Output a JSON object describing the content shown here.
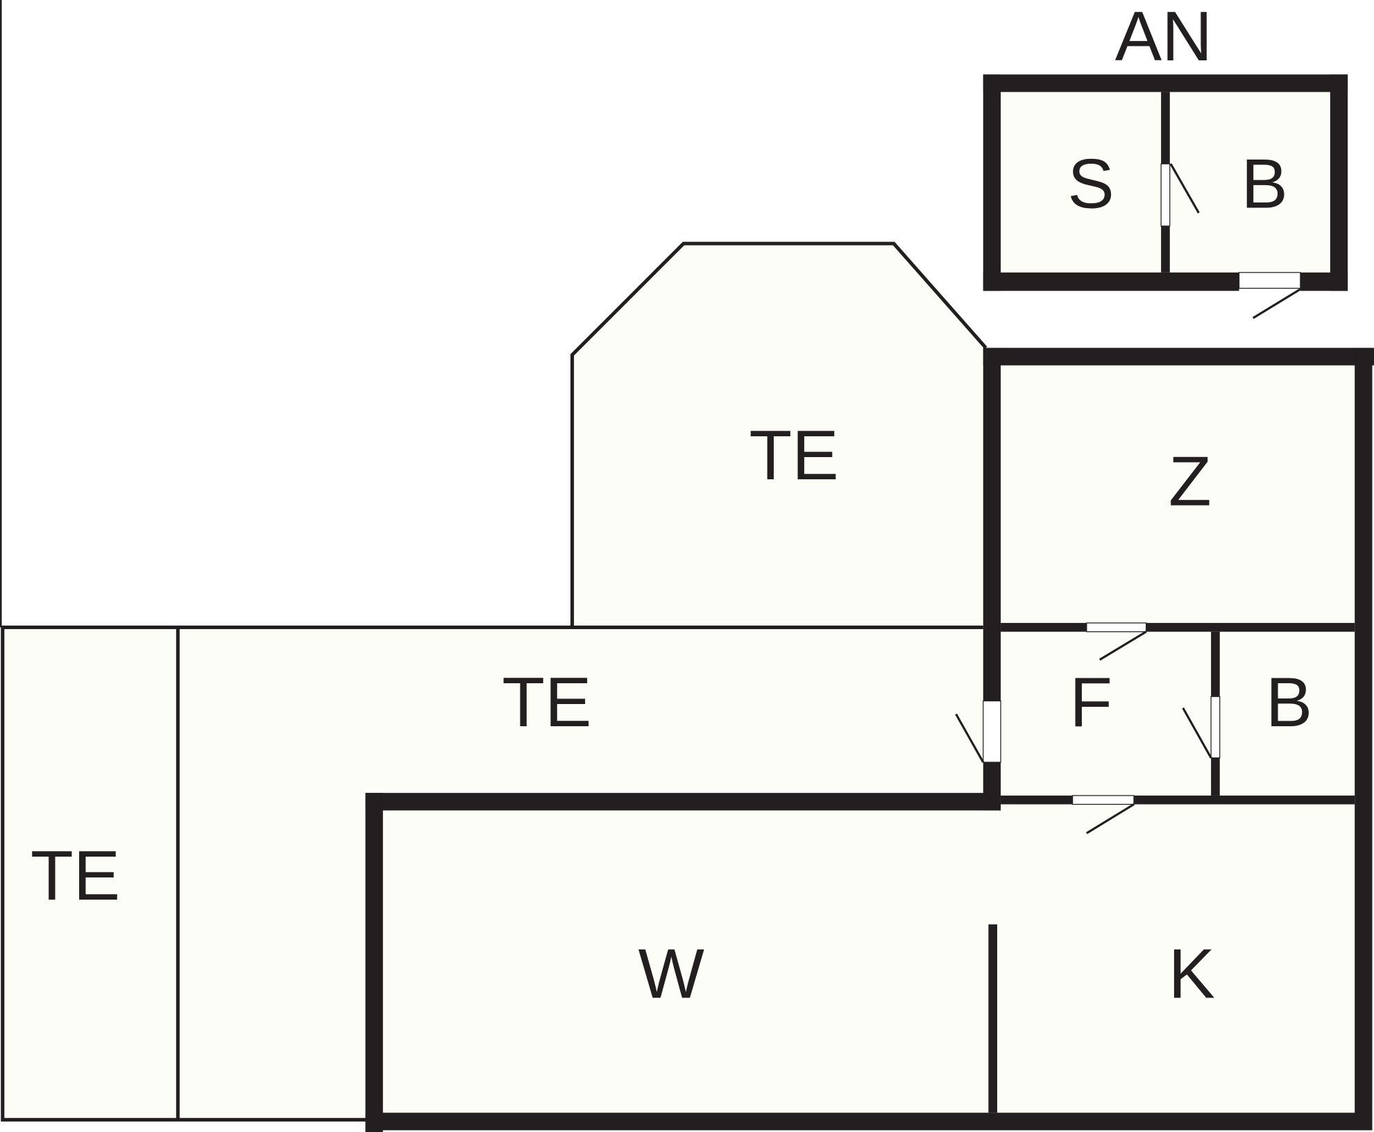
{
  "plan": {
    "outbuilding_label": "AN",
    "rooms": {
      "s": "S",
      "b_outbuilding": "B",
      "te_top": "TE",
      "z": "Z",
      "te_middle": "TE",
      "f": "F",
      "b_main": "B",
      "te_left": "TE",
      "w": "W",
      "k": "K"
    },
    "colors": {
      "wall": "#231f20",
      "room_fill": "#fdfdf8"
    }
  }
}
